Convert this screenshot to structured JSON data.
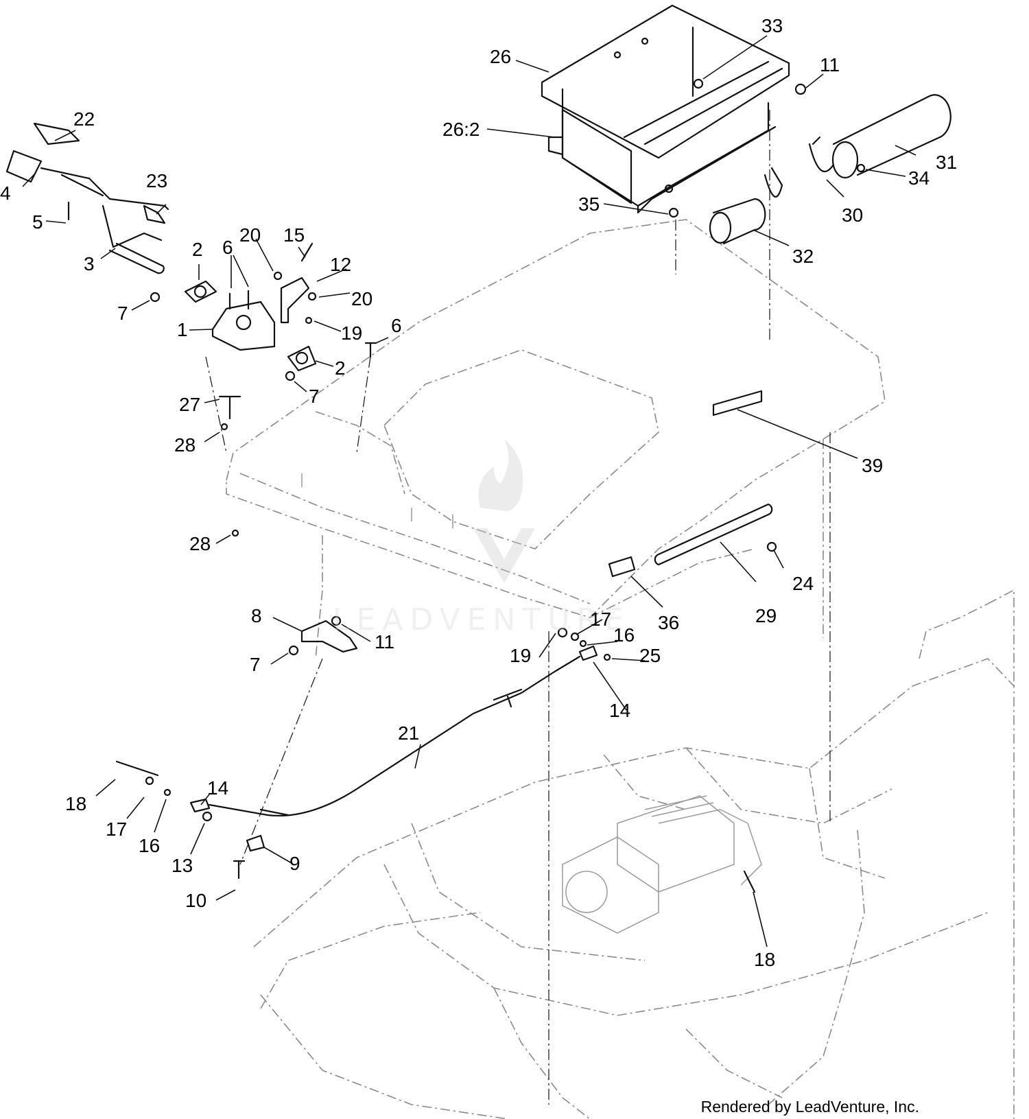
{
  "callouts": {
    "c1": "1",
    "c2a": "2",
    "c2b": "2",
    "c3": "3",
    "c4": "4",
    "c5": "5",
    "c6a": "6",
    "c6b": "6",
    "c7a": "7",
    "c7b": "7",
    "c7c": "7",
    "c8": "8",
    "c9": "9",
    "c10": "10",
    "c11a": "11",
    "c11b": "11",
    "c12": "12",
    "c13": "13",
    "c14a": "14",
    "c14b": "14",
    "c15": "15",
    "c16a": "16",
    "c16b": "16",
    "c17a": "17",
    "c17b": "17",
    "c18a": "18",
    "c18b": "18",
    "c19a": "19",
    "c19b": "19",
    "c20a": "20",
    "c20b": "20",
    "c21": "21",
    "c22": "22",
    "c23": "23",
    "c24": "24",
    "c25": "25",
    "c26": "26",
    "c26_2": "26:2",
    "c27": "27",
    "c28a": "28",
    "c28b": "28",
    "c29": "29",
    "c30": "30",
    "c31": "31",
    "c32": "32",
    "c33": "33",
    "c34": "34",
    "c35": "35",
    "c36": "36",
    "c39": "39"
  },
  "watermark": "LEADVENTURE",
  "credit": "Rendered by LeadVenture, Inc."
}
